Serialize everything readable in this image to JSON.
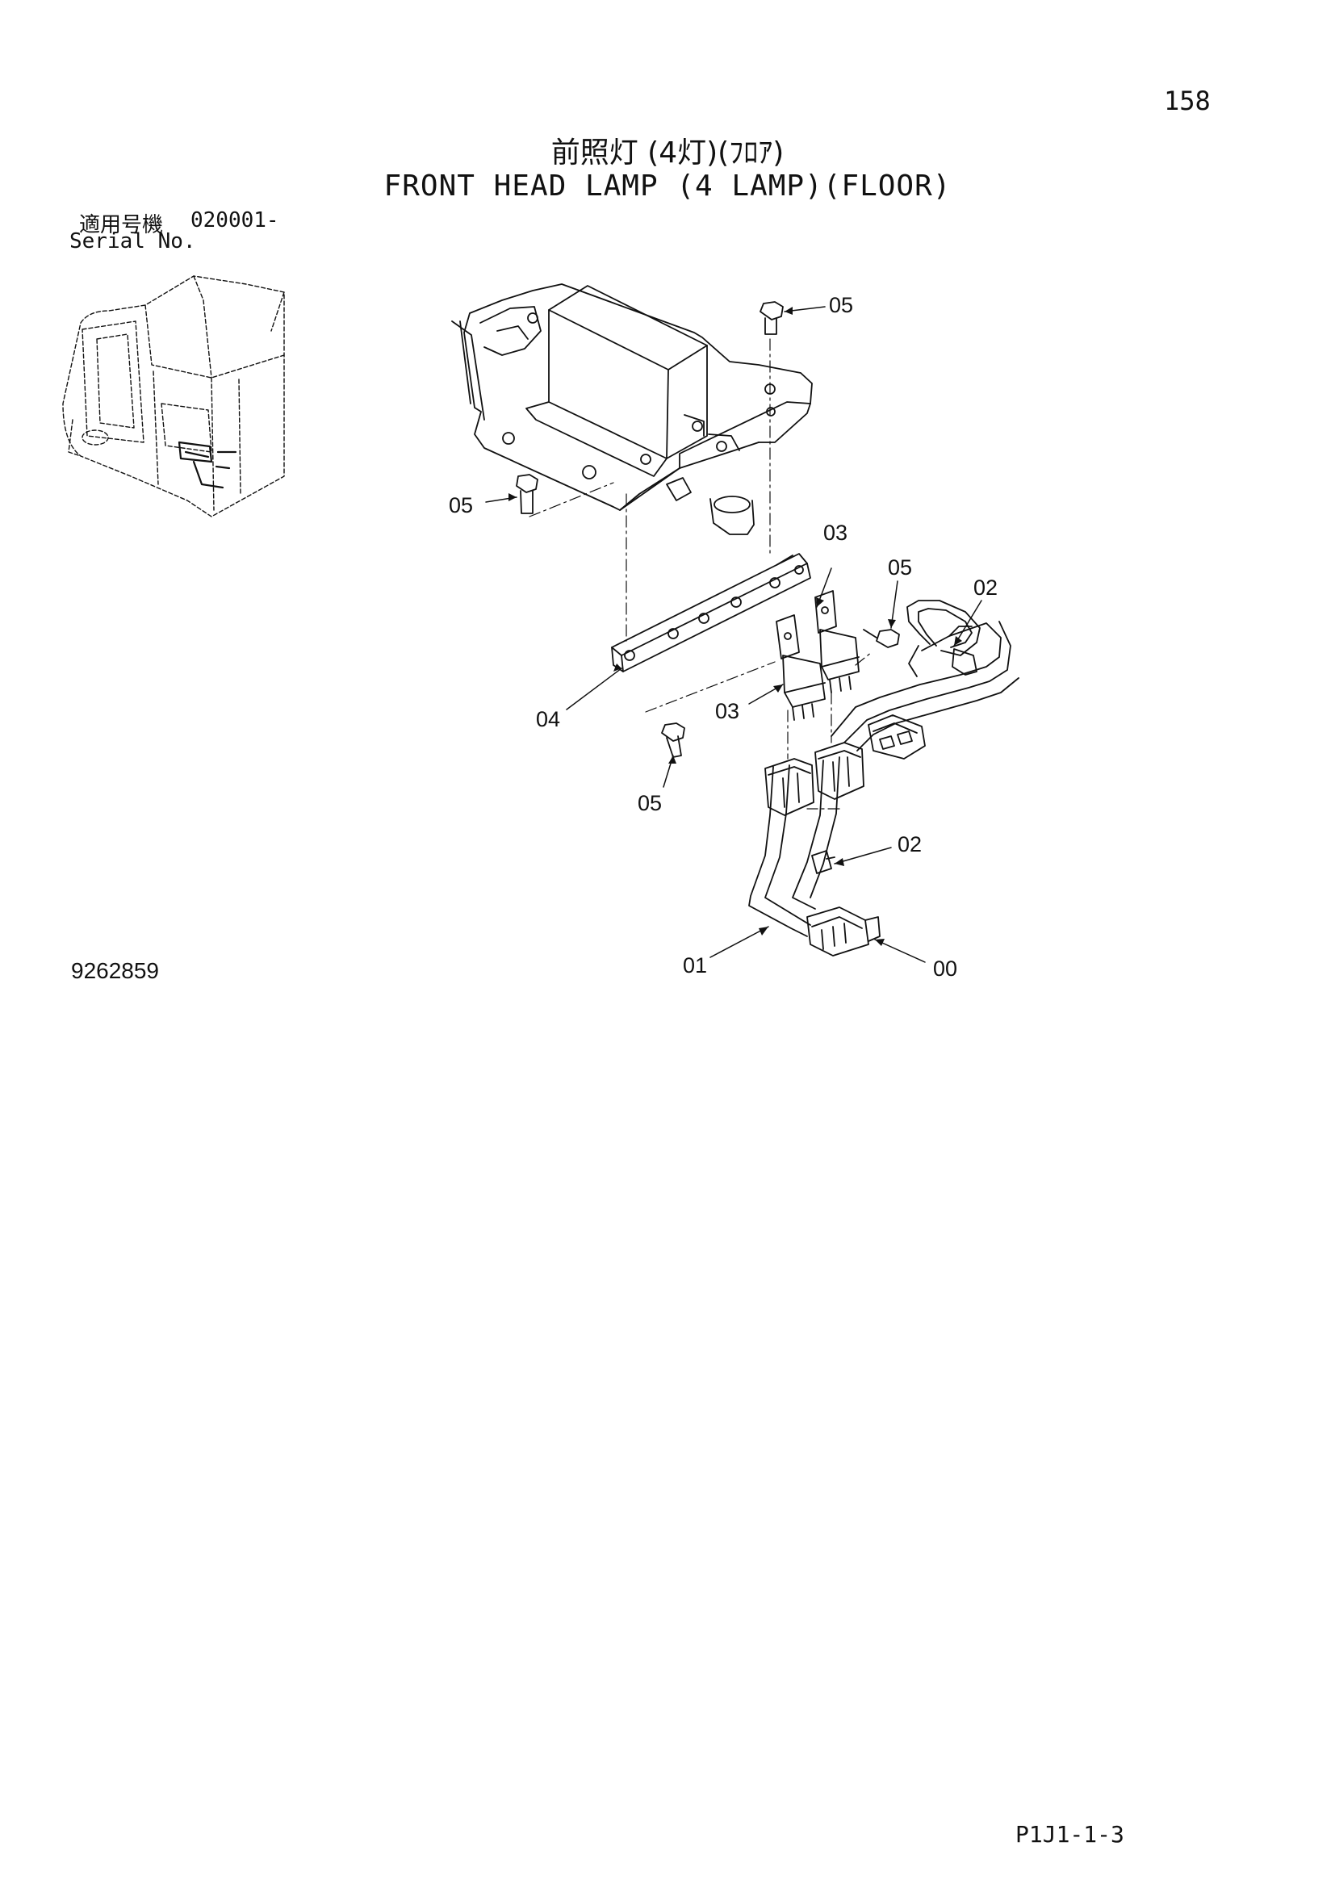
{
  "header": {
    "page_number": "158",
    "title_jp": "前照灯 (4灯)(ﾌﾛｱ)",
    "title_en": "FRONT HEAD LAMP (4 LAMP)(FLOOR)"
  },
  "applicability": {
    "label_jp": "適用号機",
    "serial_value": "020001-",
    "label_en": "Serial No."
  },
  "drawing_number": "9262859",
  "footer_code": "P1J1-1-3",
  "part_labels": {
    "p00": "00",
    "p01": "01",
    "p02_upper": "02",
    "p02_lower": "02",
    "p03_upper": "03",
    "p03_lower": "03",
    "p04": "04",
    "p05_top": "05",
    "p05_left": "05",
    "p05_right": "05",
    "p05_bottom": "05"
  },
  "colors": {
    "ink": "#111111",
    "paper": "#ffffff"
  }
}
